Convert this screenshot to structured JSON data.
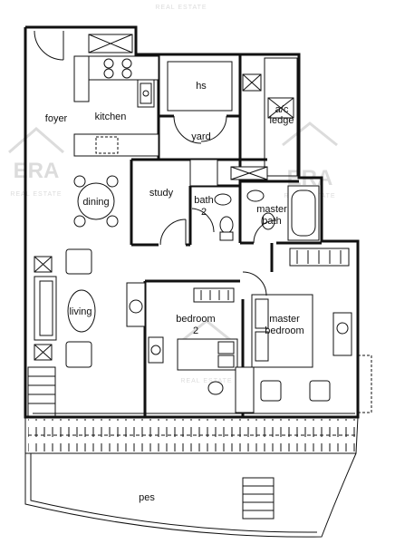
{
  "plan": {
    "rooms": {
      "foyer": "foyer",
      "kitchen": "kitchen",
      "hs": "hs",
      "yard": "yard",
      "ac_ledge": [
        "a/c",
        "ledge"
      ],
      "dining": "dining",
      "study": "study",
      "bath2": [
        "bath",
        "2"
      ],
      "master_bath": [
        "master",
        "bath"
      ],
      "living": "living",
      "bedroom2": [
        "bedroom",
        "2"
      ],
      "master_bedroom": [
        "master",
        "bedroom"
      ],
      "pes": "pes"
    },
    "watermark": {
      "brand": "ERA",
      "tagline": "REAL ESTATE"
    }
  },
  "colors": {
    "wall": "#111111",
    "watermark": "#dcdcdc"
  }
}
